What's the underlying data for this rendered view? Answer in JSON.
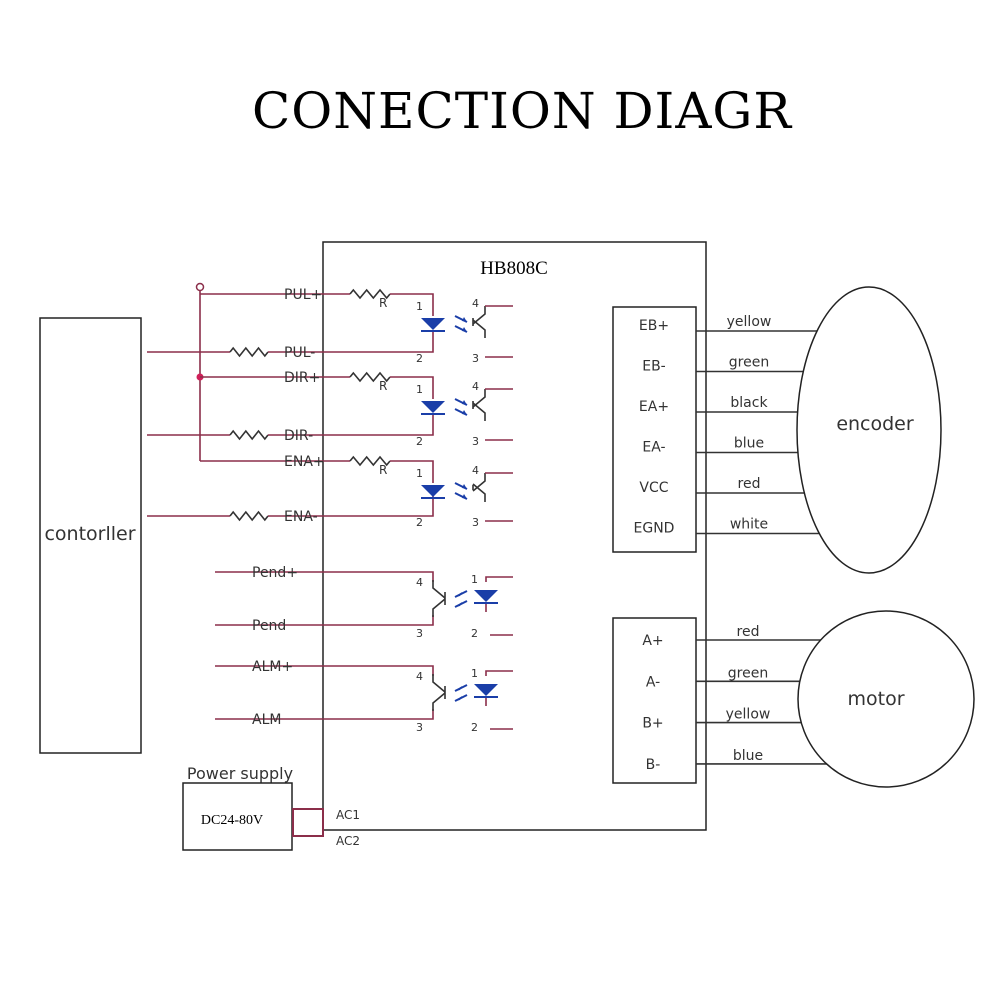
{
  "title": "CONECTION DIAGR",
  "driver": {
    "model": "HB808C",
    "resistor_label": "R",
    "input_signals": [
      "PUL+",
      "PUL-",
      "DIR+",
      "DIR-",
      "ENA+",
      "ENA-"
    ],
    "output_signals": [
      "Pend+",
      "Pend",
      "ALM+",
      "ALM"
    ],
    "pin_numbers": {
      "anode": "1",
      "cathode": "2",
      "collector": "4",
      "emitter": "3"
    },
    "power_terminals": [
      "AC1",
      "AC2"
    ]
  },
  "controller": {
    "label": "contorller"
  },
  "power_supply": {
    "title": "Power supply",
    "rating": "DC24-80V"
  },
  "encoder": {
    "label": "encoder",
    "pins": [
      {
        "pin": "EB+",
        "wire": "yellow"
      },
      {
        "pin": "EB-",
        "wire": "green"
      },
      {
        "pin": "EA+",
        "wire": "black"
      },
      {
        "pin": "EA-",
        "wire": "blue"
      },
      {
        "pin": "VCC",
        "wire": "red"
      },
      {
        "pin": "EGND",
        "wire": "white"
      }
    ]
  },
  "motor": {
    "label": "motor",
    "pins": [
      {
        "pin": "A+",
        "wire": "red"
      },
      {
        "pin": "A-",
        "wire": "green"
      },
      {
        "pin": "B+",
        "wire": "yellow"
      },
      {
        "pin": "B-",
        "wire": "blue"
      }
    ]
  },
  "colors": {
    "wire": "#8b2e4a",
    "optocoupler": "#1a3ea8",
    "junction": "#d0205a"
  }
}
